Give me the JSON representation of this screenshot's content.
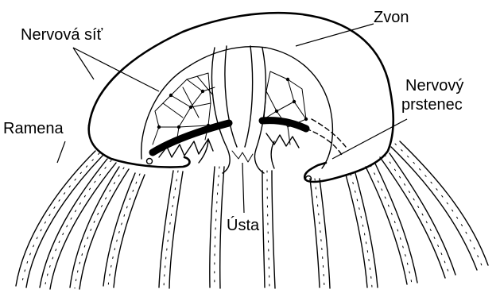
{
  "labels": {
    "zvon": "Zvon",
    "nervova_sit": "Nervová síť",
    "nervovy": "Nervový",
    "prstenec": "prstenec",
    "ramena": "Ramena",
    "usta": "Ústa"
  }
}
